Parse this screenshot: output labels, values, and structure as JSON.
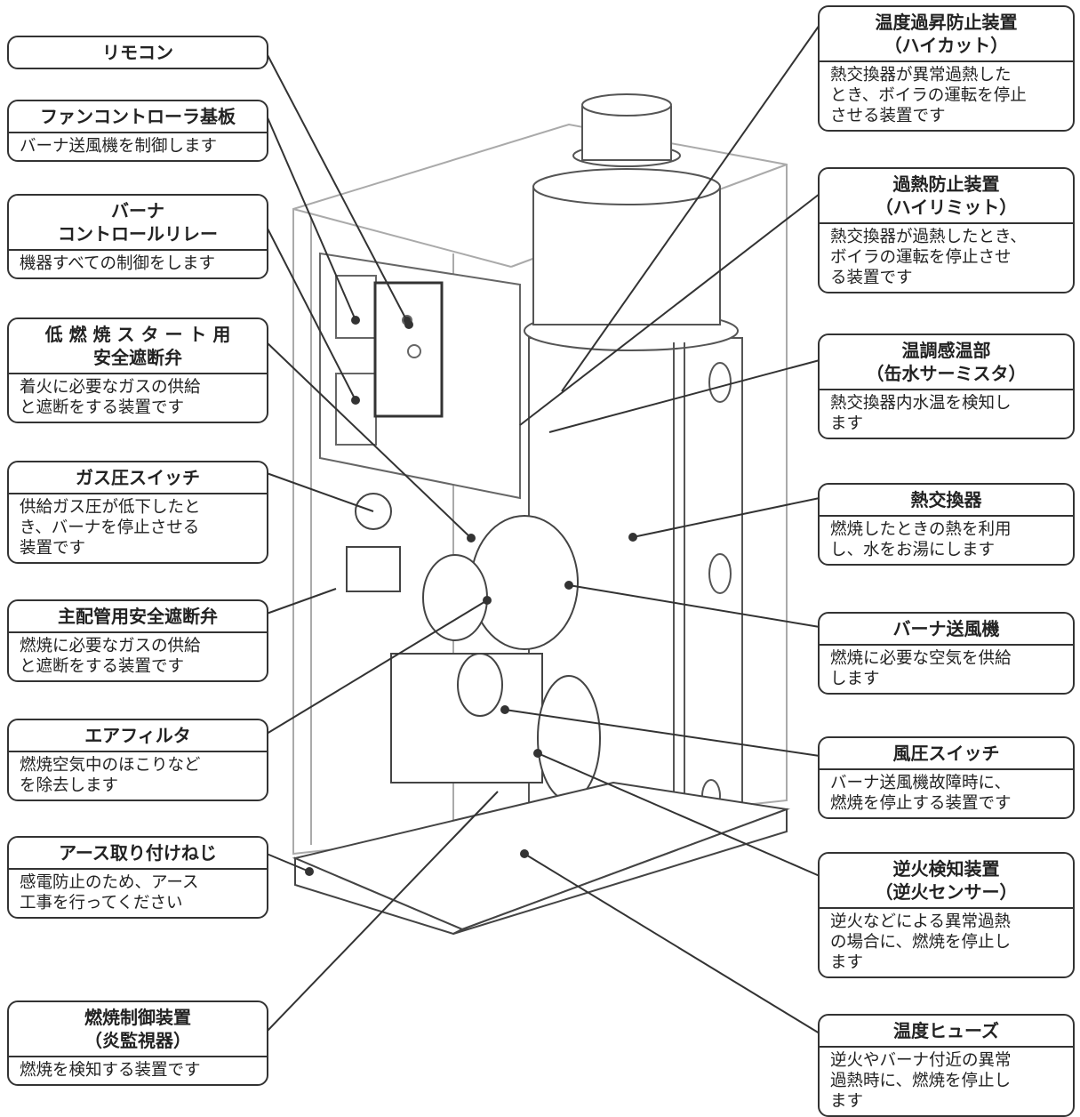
{
  "labels": {
    "remote": {
      "title": "リモコン"
    },
    "fan_board": {
      "title": "ファンコントローラ基板",
      "desc": "バーナ送風機を制御します"
    },
    "burner_relay": {
      "title": "バーナ\nコントロールリレー",
      "desc": "機器すべての制御をします"
    },
    "low_start_valve": {
      "title": "低 燃 焼 ス タ ー ト 用\n安全遮断弁",
      "desc": "着火に必要なガスの供給\nと遮断をする装置です"
    },
    "gas_switch": {
      "title": "ガス圧スイッチ",
      "desc": "供給ガス圧が低下したと\nき、バーナを停止させる\n装置です"
    },
    "main_valve": {
      "title": "主配管用安全遮断弁",
      "desc": "燃焼に必要なガスの供給\nと遮断をする装置です"
    },
    "air_filter": {
      "title": "エアフィルタ",
      "desc": "燃焼空気中のほこりなど\nを除去します"
    },
    "earth_screw": {
      "title": "アース取り付けねじ",
      "desc": "感電防止のため、アース\n工事を行ってください"
    },
    "flame_control": {
      "title": "燃焼制御装置\n（炎監視器）",
      "desc": "燃焼を検知する装置です"
    },
    "high_cut": {
      "title": "温度過昇防止装置\n（ハイカット）",
      "desc": "熱交換器が異常過熱した\nとき、ボイラの運転を停止\nさせる装置です"
    },
    "high_limit": {
      "title": "過熱防止装置\n（ハイリミット）",
      "desc": "熱交換器が過熱したとき、\nボイラの運転を停止させ\nる装置です"
    },
    "thermistor": {
      "title": "温調感温部\n（缶水サーミスタ）",
      "desc": "熱交換器内水温を検知し\nます"
    },
    "heat_exchanger": {
      "title": "熱交換器",
      "desc": "燃焼したときの熱を利用\nし、水をお湯にします"
    },
    "blower": {
      "title": "バーナ送風機",
      "desc": "燃焼に必要な空気を供給\nします"
    },
    "air_switch": {
      "title": "風圧スイッチ",
      "desc": "バーナ送風機故障時に、\n燃焼を停止する装置です"
    },
    "backfire": {
      "title": "逆火検知装置\n（逆火センサー）",
      "desc": "逆火などによる異常過熱\nの場合に、燃焼を停止し\nます"
    },
    "fuse": {
      "title": "温度ヒューズ",
      "desc": "逆火やバーナ付近の異常\n過熱時に、燃焼を停止し\nます"
    }
  },
  "colors": {
    "line": "#333333",
    "part": "#555555",
    "panel": "#999999"
  }
}
